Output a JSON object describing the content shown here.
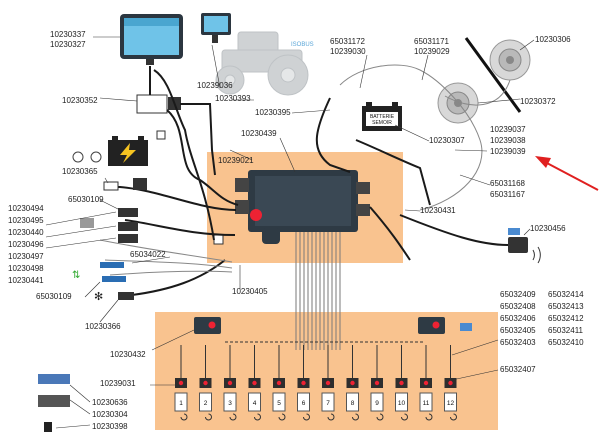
{
  "labels": {
    "l_10230337": "10230337",
    "l_10230327": "10230327",
    "l_10239036": "10239036",
    "l_10230393": "10230393",
    "l_65031172": "65031172",
    "l_10239030": "10239030",
    "l_65031171": "65031171",
    "l_10239029": "10239029",
    "l_10230306": "10230306",
    "l_10230352": "10230352",
    "l_10230395": "10230395",
    "l_10230372": "10230372",
    "l_10239037": "10239037",
    "l_10239038": "10239038",
    "l_10239039": "10239039",
    "l_10230439": "10230439",
    "l_10230307": "10230307",
    "l_10239021": "10239021",
    "l_10230365": "10230365",
    "l_65031168": "65031168",
    "l_65031167": "65031167",
    "l_10230494": "10230494",
    "l_65030109a": "65030109",
    "l_10230495": "10230495",
    "l_10230440": "10230440",
    "l_10230496": "10230496",
    "l_10230497": "10230497",
    "l_10230498": "10230498",
    "l_10230441": "10230441",
    "l_10230431": "10230431",
    "l_10230456": "10230456",
    "l_65034022": "65034022",
    "l_10230405": "10230405",
    "l_65030109b": "65030109",
    "l_65032409": "65032409",
    "l_65032414": "65032414",
    "l_65032408": "65032408",
    "l_65032413": "65032413",
    "l_65032406": "65032406",
    "l_65032412": "65032412",
    "l_65032405": "65032405",
    "l_65032411": "65032411",
    "l_65032403": "65032403",
    "l_65032410": "65032410",
    "l_10230366": "10230366",
    "l_10230432": "10230432",
    "l_65032407": "65032407",
    "l_10239031": "10239031",
    "l_10230636": "10230636",
    "l_10230304": "10230304",
    "l_10230398": "10230398"
  },
  "battery_label": "BATTERIE\nSEMOIR",
  "isobus_label": "ISOBUS",
  "row_units": [
    "1",
    "2",
    "3",
    "4",
    "5",
    "6",
    "7",
    "8",
    "9",
    "10",
    "11",
    "12"
  ],
  "colors": {
    "orange_zone": "#F9C38F",
    "pointer_arrow": "#E02020",
    "cable": "#1a1a1a",
    "module": "#2e3a44"
  },
  "icons": [
    "terminal-icon",
    "small-terminal-icon",
    "tractor-icon",
    "seed-drill-icon",
    "power-battery-icon",
    "seeder-battery-icon",
    "ecu-module-icon",
    "row-module-icon",
    "gps-antenna-icon",
    "sensor-icon",
    "motor-icon",
    "harness-icon",
    "tractor-tool-icon"
  ]
}
